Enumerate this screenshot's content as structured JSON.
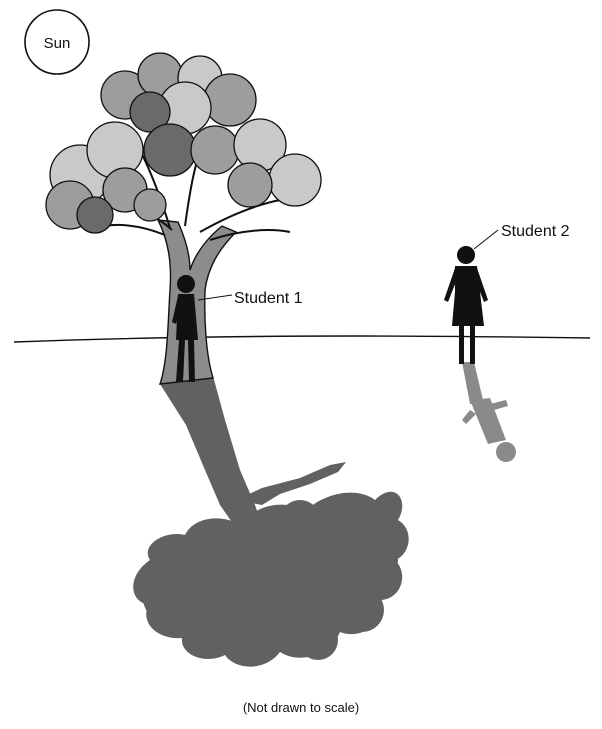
{
  "sun": {
    "label": "Sun"
  },
  "labels": {
    "student_1": "Student 1",
    "student_2": "Student 2"
  },
  "caption": "(Not drawn to scale)",
  "colors": {
    "shadow": "#616161",
    "foliage_light": "#c9c9c9",
    "foliage_mid": "#9d9d9d",
    "foliage_dark": "#6a6a6a",
    "trunk": "#8c8c8c",
    "silhouette": "#111111",
    "student_shadow": "#8a8a8a"
  }
}
